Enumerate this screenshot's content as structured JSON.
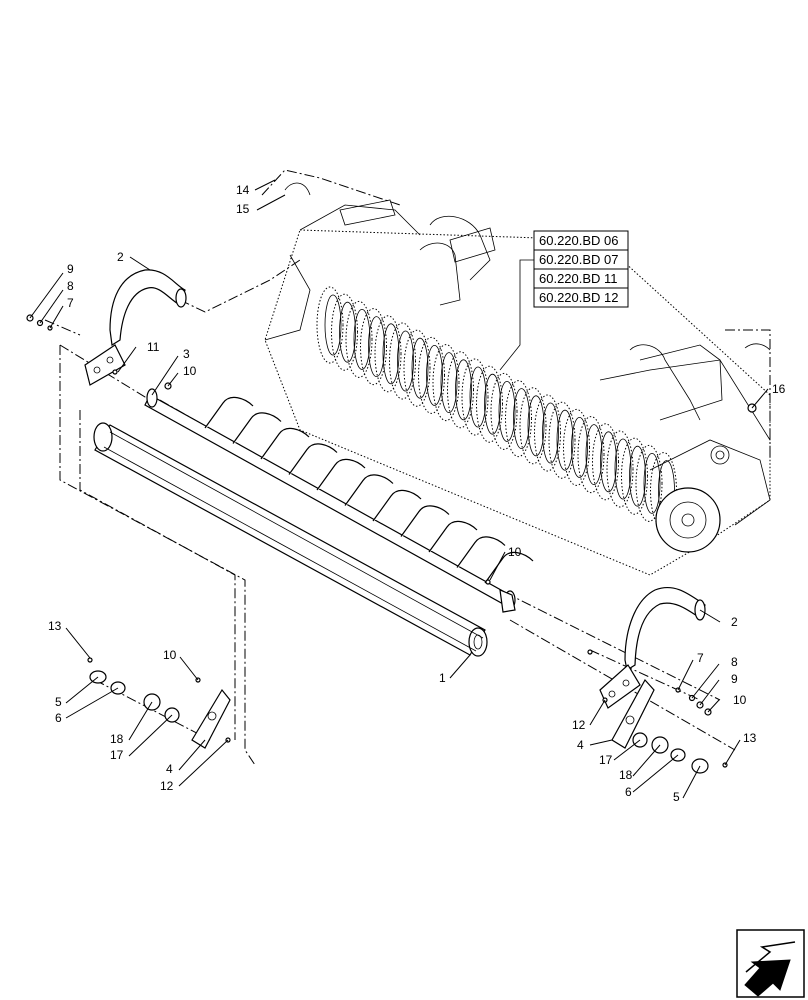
{
  "references": [
    "60.220.BD 06",
    "60.220.BD 07",
    "60.220.BD 11",
    "60.220.BD 12"
  ],
  "callouts": {
    "c14": "14",
    "c15": "15",
    "c2a": "2",
    "c9a": "9",
    "c8a": "8",
    "c7a": "7",
    "c11": "11",
    "c3": "3",
    "c10a": "10",
    "c16": "16",
    "c10b": "10",
    "c13a": "13",
    "c10c": "10",
    "c5a": "5",
    "c6a": "6",
    "c18a": "18",
    "c17a": "17",
    "c4a": "4",
    "c12a": "12",
    "c1": "1",
    "c2b": "2",
    "c7b": "7",
    "c8b": "8",
    "c9b": "9",
    "c10d": "10",
    "c12b": "12",
    "c4b": "4",
    "c17b": "17",
    "c18b": "18",
    "c6b": "6",
    "c5b": "5",
    "c13b": "13"
  },
  "icons": {
    "nav": "next-page-arrow-icon"
  }
}
